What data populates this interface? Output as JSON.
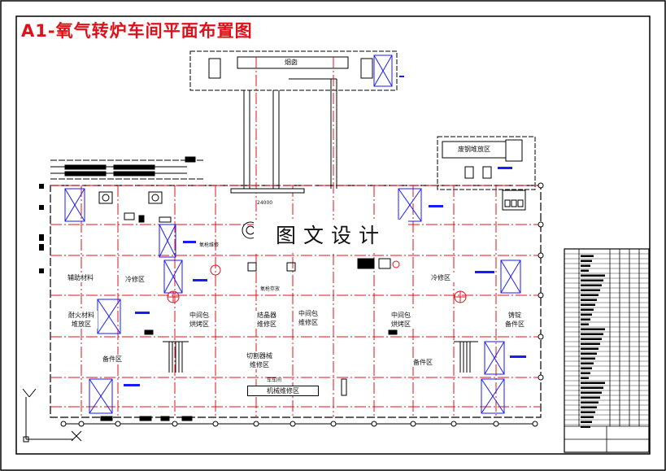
{
  "title": "A1-氧气转炉车间平面布置图",
  "watermark": "图文设计",
  "colors": {
    "frame": "#000000",
    "grid_axis": "#e0101a",
    "equipment": "#1a1aff",
    "title": "#e0101a"
  },
  "zones": {
    "gas_stack": "烟囱",
    "scrap_storage": "废钢堆放区",
    "aux_material": "辅助材料",
    "cooling_1": "冷修区",
    "cooling_2": "冷修区",
    "refractory": "耐火材料\n堆放区",
    "ladle_bake_1": "中间包\n烘烤区",
    "crystallizer": "结晶器\n维修区",
    "ladle_repair": "中间包\n维修区",
    "ladle_bake_2": "中间包\n烘烤区",
    "ingot_mold": "铸锭\n备件区",
    "spare_1": "备件区",
    "cutting": "切割器械\n维修区",
    "spare_2": "备件区",
    "mech_repair": "机械维修区",
    "vehicle": "车车间",
    "oxygen_lance": "氧枪维修",
    "lance_store": "氧枪存放",
    "dim_center": "24000"
  },
  "icons": [
    "crane-icon",
    "ladle-icon",
    "converter-icon",
    "transformer-icon",
    "north-arrow-icon"
  ]
}
